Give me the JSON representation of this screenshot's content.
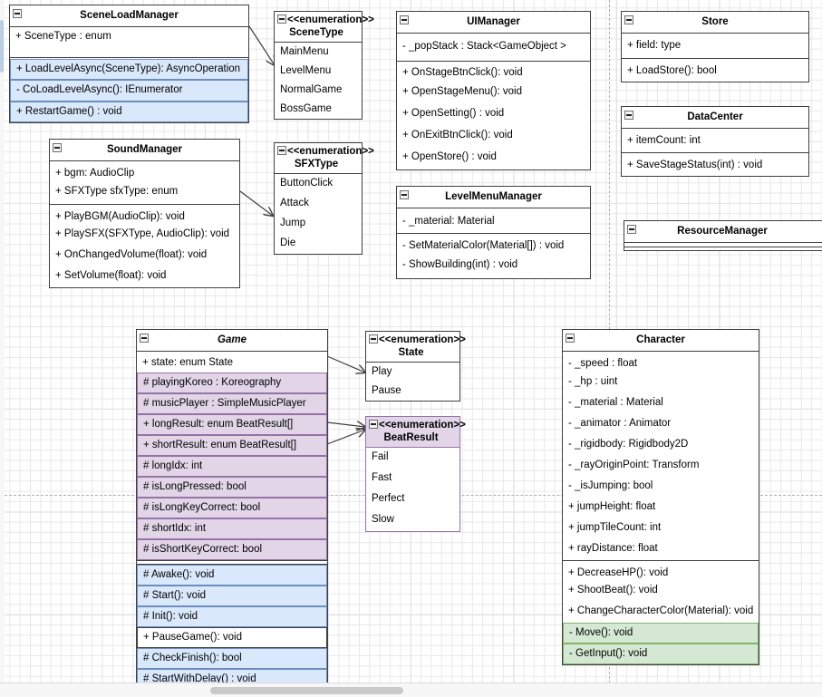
{
  "app": {
    "kind": "uml-class-diagram-editor",
    "colors": {
      "blue_fill": "#dae8fc",
      "blue_stroke": "#6c8ebf",
      "purple_fill": "#e1d5e7",
      "purple_stroke": "#9673a6",
      "green_fill": "#d5e8d4",
      "green_stroke": "#82b366",
      "white_fill": "#ffffff",
      "default_stroke": "#3f3f3f",
      "grid": "#e8e8e8",
      "page_break": "#b0b0b0"
    }
  },
  "classes": {
    "scene_load_manager": {
      "title": "SceneLoadManager",
      "attributes": [
        {
          "text": "+ SceneType  : enum",
          "fill": "white"
        }
      ],
      "operations": [
        {
          "text": "+ LoadLevelAsync(SceneType): AsyncOperation",
          "fill": "blue"
        },
        {
          "text": "- CoLoadLevelAsync(): IEnumerator",
          "fill": "blue"
        },
        {
          "text": "+ RestartGame() : void",
          "fill": "blue"
        }
      ]
    },
    "scene_type": {
      "stereotype": "<<enumeration>>",
      "title": "SceneType",
      "literals": [
        "MainMenu",
        "LevelMenu",
        "NormalGame",
        "BossGame"
      ]
    },
    "ui_manager": {
      "title": "UIManager",
      "attributes": [
        {
          "text": "- _popStack : Stack<GameObject >",
          "fill": "white"
        }
      ],
      "operations": [
        {
          "text": "+ OnStageBtnClick(): void",
          "fill": "white"
        },
        {
          "text": "+ OpenStageMenu(): void",
          "fill": "white"
        },
        {
          "text": "+ OpenSetting() : void",
          "fill": "white"
        },
        {
          "text": "+ OnExitBtnClick(): void",
          "fill": "white"
        },
        {
          "text": "+ OpenStore() : void",
          "fill": "white"
        }
      ]
    },
    "store": {
      "title": "Store",
      "attributes": [
        {
          "text": "+ field: type",
          "fill": "white"
        }
      ],
      "operations": [
        {
          "text": "+ LoadStore(): bool",
          "fill": "white"
        }
      ]
    },
    "data_center": {
      "title": "DataCenter",
      "attributes": [
        {
          "text": "+ itemCount: int",
          "fill": "white"
        }
      ],
      "operations": [
        {
          "text": "+ SaveStageStatus(int) : void",
          "fill": "white"
        }
      ]
    },
    "resource_manager": {
      "title": "ResourceManager",
      "attributes": [],
      "operations": []
    },
    "sound_manager": {
      "title": "SoundManager",
      "attributes": [
        {
          "text": "+ bgm: AudioClip",
          "fill": "white"
        },
        {
          "text": "+ SFXType sfxType: enum",
          "fill": "white"
        }
      ],
      "operations": [
        {
          "text": "+ PlayBGM(AudioClip): void",
          "fill": "white"
        },
        {
          "text": "+ PlaySFX(SFXType, AudioClip): void",
          "fill": "white"
        },
        {
          "text": "+ OnChangedVolume(float): void",
          "fill": "white"
        },
        {
          "text": "+ SetVolume(float): void",
          "fill": "white"
        }
      ]
    },
    "sfx_type": {
      "stereotype": "<<enumeration>>",
      "title": "SFXType",
      "literals": [
        "ButtonClick",
        "Attack",
        "Jump",
        "Die"
      ]
    },
    "level_menu_manager": {
      "title": "LevelMenuManager",
      "attributes": [
        {
          "text": "- _material: Material",
          "fill": "white"
        }
      ],
      "operations": [
        {
          "text": "- SetMaterialColor(Material[]) : void",
          "fill": "white"
        },
        {
          "text": "- ShowBuilding(int) : void",
          "fill": "white"
        }
      ]
    },
    "game": {
      "title": "Game",
      "abstract": true,
      "attributes": [
        {
          "text": "+ state: enum State",
          "fill": "white"
        },
        {
          "text": "# playingKoreo : Koreography",
          "fill": "purple"
        },
        {
          "text": "# musicPlayer : SimpleMusicPlayer",
          "fill": "purple"
        },
        {
          "text": "+ longResult: enum BeatResult[]",
          "fill": "purple"
        },
        {
          "text": "+ shortResult: enum BeatResult[]",
          "fill": "purple"
        },
        {
          "text": "# longIdx: int",
          "fill": "purple"
        },
        {
          "text": "# isLongPressed: bool",
          "fill": "purple"
        },
        {
          "text": "# isLongKeyCorrect: bool",
          "fill": "purple"
        },
        {
          "text": "# shortIdx: int",
          "fill": "purple"
        },
        {
          "text": "# isShortKeyCorrect: bool",
          "fill": "purple"
        }
      ],
      "operations": [
        {
          "text": "# Awake(): void",
          "fill": "blue"
        },
        {
          "text": "# Start(): void",
          "fill": "blue"
        },
        {
          "text": "# Init(): void",
          "fill": "blue"
        },
        {
          "text": "+ PauseGame(): void",
          "fill": "white"
        },
        {
          "text": "# CheckFinish(): bool",
          "fill": "blue"
        },
        {
          "text": "# StartWithDelay() : void",
          "fill": "blue"
        }
      ]
    },
    "state": {
      "stereotype": "<<enumeration>>",
      "title": "State",
      "literals": [
        "Play",
        "Pause"
      ]
    },
    "beat_result": {
      "stereotype": "<<enumeration>>",
      "title": "BeatResult",
      "literals": [
        "Fail",
        "Fast",
        "Perfect",
        "Slow"
      ],
      "fill": "purple"
    },
    "character": {
      "title": "Character",
      "attributes": [
        {
          "text": "- _speed : float",
          "fill": "white"
        },
        {
          "text": "- _hp : uint",
          "fill": "white"
        },
        {
          "text": "- _material : Material",
          "fill": "white"
        },
        {
          "text": "- _animator : Animator",
          "fill": "white"
        },
        {
          "text": "- _rigidbody: Rigidbody2D",
          "fill": "white"
        },
        {
          "text": "- _rayOriginPoint: Transform",
          "fill": "white"
        },
        {
          "text": "- _isJumping: bool",
          "fill": "white"
        },
        {
          "text": "+ jumpHeight: float",
          "fill": "white"
        },
        {
          "text": "+ jumpTileCount: int",
          "fill": "white"
        },
        {
          "text": "+ rayDistance: float",
          "fill": "white"
        }
      ],
      "operations": [
        {
          "text": "+ DecreaseHP(): void",
          "fill": "white"
        },
        {
          "text": "+ ShootBeat(): void",
          "fill": "white"
        },
        {
          "text": "+ ChangeCharacterColor(Material): void",
          "fill": "white"
        },
        {
          "text": "- Move(): void",
          "fill": "green"
        },
        {
          "text": "- GetInput(): void",
          "fill": "green"
        }
      ]
    }
  },
  "connectors": [
    {
      "from": "scene_load_manager",
      "to": "scene_type",
      "style": "open-arrow"
    },
    {
      "from": "sound_manager",
      "to": "sfx_type",
      "style": "open-arrow"
    },
    {
      "from": "game.state",
      "to": "state",
      "style": "open-arrow"
    },
    {
      "from": "game.longResult",
      "to": "beat_result",
      "style": "open-arrow"
    },
    {
      "from": "game.shortResult",
      "to": "beat_result",
      "style": "open-arrow"
    }
  ],
  "scrollbars": {
    "horizontal": "horizontal-scrollbar",
    "vertical": "vertical-scrollbar"
  }
}
